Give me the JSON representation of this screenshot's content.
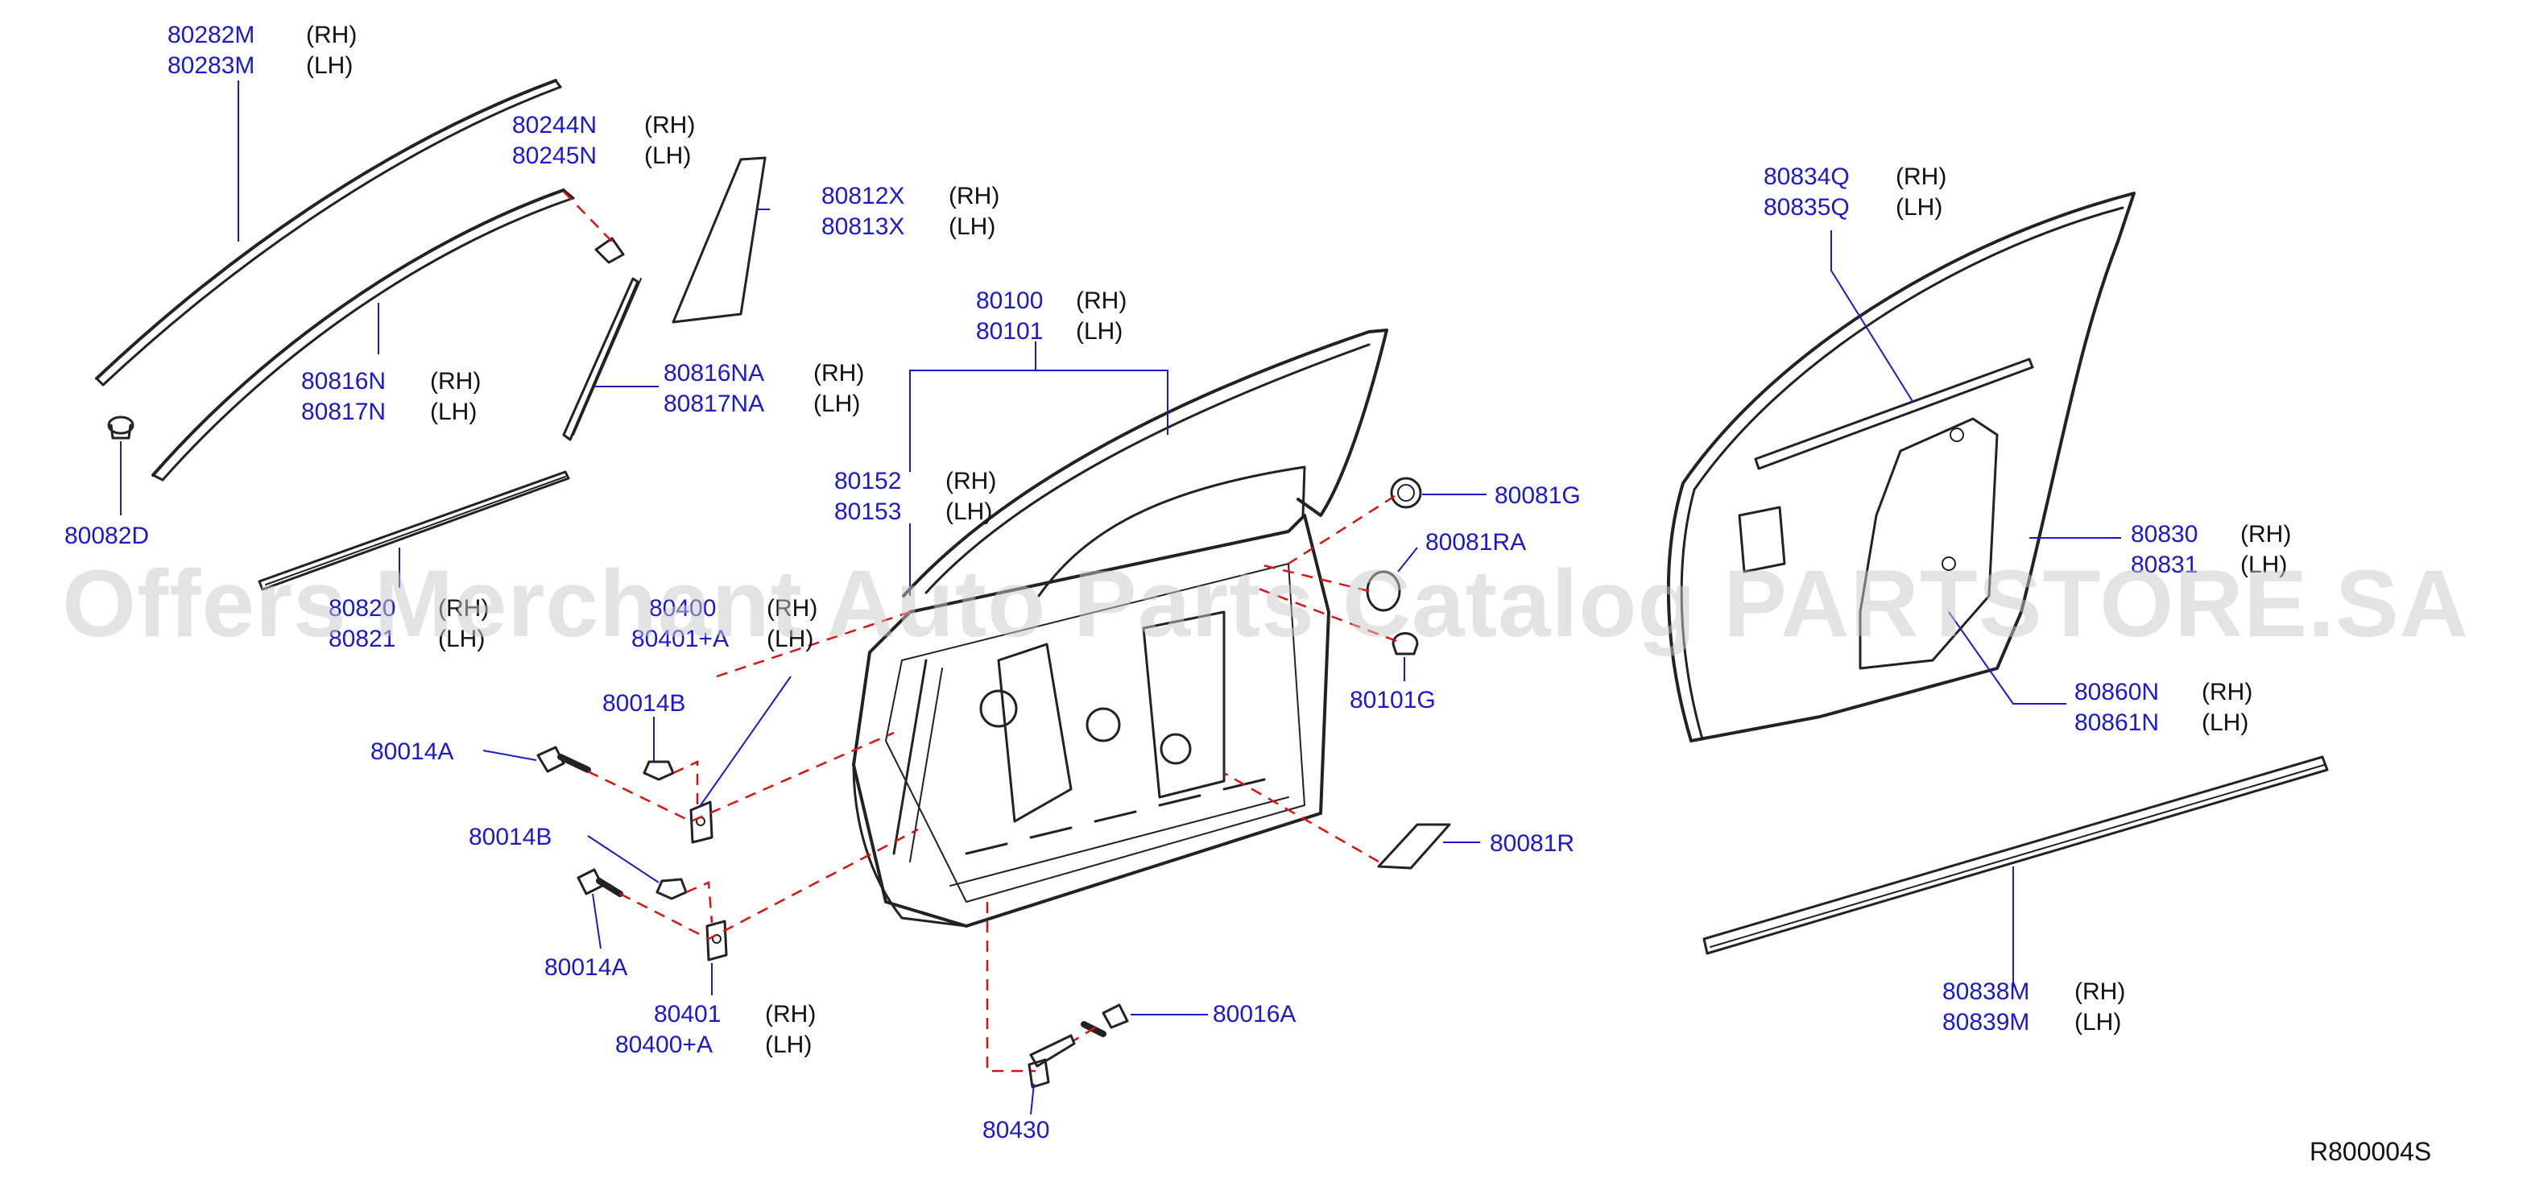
{
  "colors": {
    "part_number": "#1a1acc",
    "side_text": "#111111",
    "leader_line": "#1a1acc",
    "dashed_line": "#dd1111",
    "part_stroke": "#222222",
    "watermark": "#c8c8c8"
  },
  "watermark": "Offers Merchant Auto Parts Catalog PARTSTORE.SA",
  "diagram_code": "R800004S",
  "callouts": [
    {
      "id": "belt-molding-outer",
      "numbers": [
        "80282M",
        "80283M"
      ],
      "sides": [
        "(RH)",
        "(LH)"
      ]
    },
    {
      "id": "corner-clip",
      "numbers": [
        "80244N",
        "80245N"
      ],
      "sides": [
        "(RH)",
        "(LH)"
      ]
    },
    {
      "id": "sash-cover",
      "numbers": [
        "80812X",
        "80813X"
      ],
      "sides": [
        "(RH)",
        "(LH)"
      ]
    },
    {
      "id": "frame-molding",
      "numbers": [
        "80816N",
        "80817N"
      ],
      "sides": [
        "(RH)",
        "(LH)"
      ]
    },
    {
      "id": "pillar-molding",
      "numbers": [
        "80816NA",
        "80817NA"
      ],
      "sides": [
        "(RH)",
        "(LH)"
      ]
    },
    {
      "id": "clip-80082d",
      "numbers": [
        "80082D"
      ],
      "sides": []
    },
    {
      "id": "door-panel",
      "numbers": [
        "80100",
        "80101"
      ],
      "sides": [
        "(RH)",
        "(LH)"
      ]
    },
    {
      "id": "door-outer",
      "numbers": [
        "80152",
        "80153"
      ],
      "sides": [
        "(RH)",
        "(LH)"
      ]
    },
    {
      "id": "plug-80081g",
      "numbers": [
        "80081G"
      ],
      "sides": []
    },
    {
      "id": "seal-80081ra",
      "numbers": [
        "80081RA"
      ],
      "sides": []
    },
    {
      "id": "plug-80101g",
      "numbers": [
        "80101G"
      ],
      "sides": []
    },
    {
      "id": "belt-molding-inner",
      "numbers": [
        "80820",
        "80821"
      ],
      "sides": [
        "(RH)",
        "(LH)"
      ]
    },
    {
      "id": "upper-hinge",
      "numbers": [
        "80400",
        "80401+A"
      ],
      "sides": [
        "(RH)",
        "(LH)"
      ]
    },
    {
      "id": "nut-upper",
      "numbers": [
        "80014B"
      ],
      "sides": []
    },
    {
      "id": "bolt-upper",
      "numbers": [
        "80014A"
      ],
      "sides": []
    },
    {
      "id": "nut-lower",
      "numbers": [
        "80014B"
      ],
      "sides": []
    },
    {
      "id": "bolt-lower",
      "numbers": [
        "80014A"
      ],
      "sides": []
    },
    {
      "id": "lower-hinge",
      "numbers": [
        "80401",
        "80400+A"
      ],
      "sides": [
        "(RH)",
        "(LH)"
      ]
    },
    {
      "id": "bolt-checker",
      "numbers": [
        "80016A"
      ],
      "sides": []
    },
    {
      "id": "door-checker",
      "numbers": [
        "80430"
      ],
      "sides": []
    },
    {
      "id": "seal-80081r",
      "numbers": [
        "80081R"
      ],
      "sides": []
    },
    {
      "id": "door-weatherstrip-upper",
      "numbers": [
        "80834Q",
        "80835Q"
      ],
      "sides": [
        "(RH)",
        "(LH)"
      ]
    },
    {
      "id": "door-weatherstrip",
      "numbers": [
        "80830",
        "80831"
      ],
      "sides": [
        "(RH)",
        "(LH)"
      ]
    },
    {
      "id": "sealing-screen",
      "numbers": [
        "80860N",
        "80861N"
      ],
      "sides": [
        "(RH)",
        "(LH)"
      ]
    },
    {
      "id": "lower-molding",
      "numbers": [
        "80838M",
        "80839M"
      ],
      "sides": [
        "(RH)",
        "(LH)"
      ]
    }
  ]
}
